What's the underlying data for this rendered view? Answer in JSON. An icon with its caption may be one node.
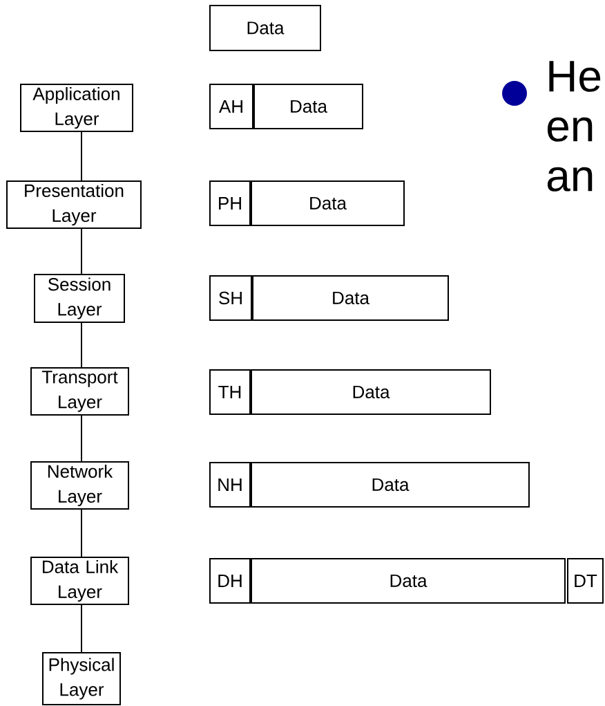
{
  "diagram": {
    "nodes": [
      {
        "text": [
          "Application Layer"
        ]
      },
      {
        "text": [
          "Presentation Layer"
        ]
      },
      {
        "text": [
          "Session Layer"
        ]
      },
      {
        "text": [
          "Transport Layer"
        ]
      },
      {
        "text": [
          "Network Layer"
        ]
      },
      {
        "text": [
          "Data Link Layer"
        ]
      },
      {
        "text": [
          "Physical Layer"
        ]
      },
      {
        "text": [
          "Data"
        ]
      },
      {
        "text": [
          "AH"
        ]
      },
      {
        "text": [
          "Data"
        ]
      },
      {
        "text": [
          "PH"
        ]
      },
      {
        "text": [
          "Data"
        ]
      },
      {
        "text": [
          "SH"
        ]
      },
      {
        "text": [
          "Data"
        ]
      },
      {
        "text": [
          "TH"
        ]
      },
      {
        "text": [
          "Data"
        ]
      },
      {
        "text": [
          "NH"
        ]
      },
      {
        "text": [
          "Data"
        ]
      },
      {
        "text": [
          "DH"
        ]
      },
      {
        "text": [
          "Data"
        ]
      },
      {
        "text": [
          "DT"
        ]
      }
    ],
    "edges": [
      {
        "from": 0,
        "to": 1,
        "arrow": "none"
      },
      {
        "from": 1,
        "to": 2,
        "arrow": "none"
      },
      {
        "from": 2,
        "to": 3,
        "arrow": "none"
      },
      {
        "from": 3,
        "to": 4,
        "arrow": "none"
      },
      {
        "from": 4,
        "to": 5,
        "arrow": "none"
      },
      {
        "from": 5,
        "to": 6,
        "arrow": "none"
      }
    ],
    "labels": [
      "He en an"
    ]
  }
}
